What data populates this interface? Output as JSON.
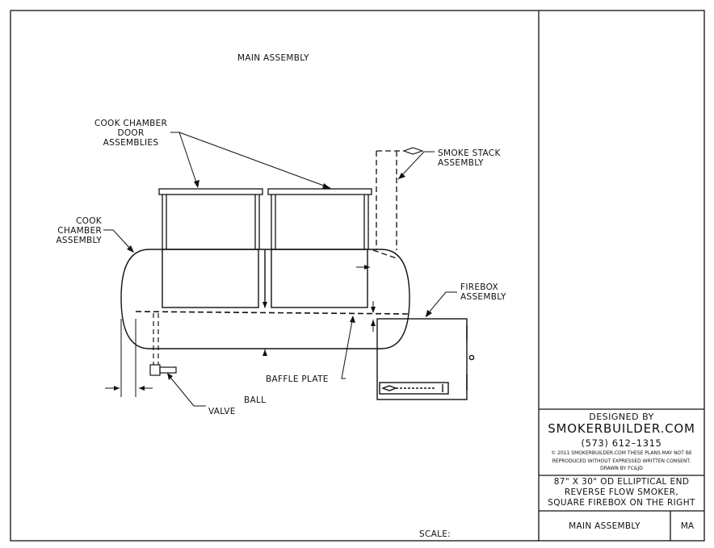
{
  "drawing": {
    "title": "MAIN ASSEMBLY",
    "labels": {
      "door_line1": "COOK CHAMBER",
      "door_line2": "DOOR",
      "door_line3": "ASSEMBLIES",
      "stack_line1": "SMOKE STACK",
      "stack_line2": "ASSEMBLY",
      "chamber_line1": "COOK",
      "chamber_line2": "CHAMBER",
      "chamber_line3": "ASSEMBLY",
      "firebox_line1": "FIREBOX",
      "firebox_line2": "ASSEMBLY",
      "baffle": "BAFFLE PLATE",
      "ball": "BALL",
      "valve": "VALVE"
    }
  },
  "title_block": {
    "designed_by": "DESIGNED BY",
    "company": "SMOKERBUILDER.COM",
    "phone": "(573)  612–1315",
    "copyright_line1": "©  2011 SMOKERBUILDER.COM THESE PLANS MAY NOT BE",
    "copyright_line2": "REPRODUCED WITHOUT EXPRESSED WRITTEN CONSENT.",
    "drawn_by": "DRAWN BY FC&JD",
    "desc_line1": "87\" X 30\" OD ELLIPTICAL END",
    "desc_line2": "REVERSE FLOW SMOKER,",
    "desc_line3": "SQUARE FIREBOX ON THE RIGHT",
    "sheet_title": "MAIN ASSEMBLY",
    "sheet_code": "MA",
    "scale_label": "SCALE:"
  }
}
